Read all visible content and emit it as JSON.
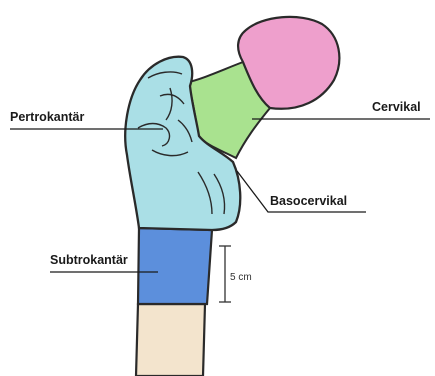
{
  "regions": {
    "pertrokantar": {
      "label": "Pertrokantär",
      "color": "#aadfe6"
    },
    "cervikal": {
      "label": "Cervikal",
      "color": "#a9e28f"
    },
    "basocervikal": {
      "label": "Basocervikal"
    },
    "subtrokantar": {
      "label": "Subtrokantär",
      "color": "#5c8fdc"
    },
    "head": {
      "color": "#ee9fcc"
    },
    "shaft": {
      "color": "#f3e4cd"
    }
  },
  "scale_bar": {
    "label": "5 cm"
  },
  "outline_color": "#2a2a2a"
}
